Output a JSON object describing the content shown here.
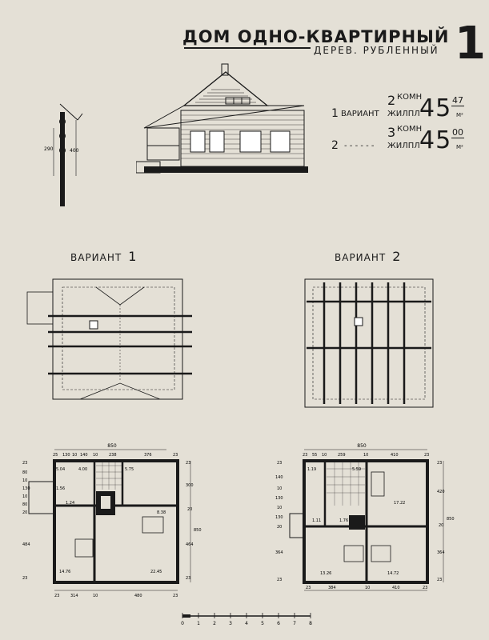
{
  "header": {
    "title": "ДОМ ОДНО-КВАРТИРНЫЙ",
    "subtitle": "ДЕРЕВ. РУБЛЕННЫЙ",
    "sheet_number": "1"
  },
  "variants_info": [
    {
      "rooms": "2",
      "rooms_label": "КОМН",
      "variant_num": "1",
      "variant_label": "ВАРИАНТ",
      "area_label": "ЖИЛПЛ",
      "area_int": "45",
      "area_frac": "47",
      "unit": "М²"
    },
    {
      "rooms": "3",
      "rooms_label": "КОМН",
      "variant_num": "2",
      "variant_label": "- - - - - -",
      "area_label": "ЖИЛПЛ",
      "area_int": "45",
      "area_frac": "00",
      "unit": "М²"
    }
  ],
  "section_dims": {
    "a": "290",
    "b": "400"
  },
  "variant_titles": [
    {
      "label": "ВАРИАНТ",
      "num": "1"
    },
    {
      "label": "ВАРИАНТ",
      "num": "2"
    }
  ],
  "plan1": {
    "overall": "850",
    "top_dims": [
      "25",
      "130",
      "10",
      "140",
      "10",
      "238",
      "376",
      "23"
    ],
    "left_dims": [
      "23",
      "80",
      "10",
      "130",
      "10",
      "80",
      "20",
      "484",
      "23"
    ],
    "right_dims": [
      "23",
      "300",
      "20",
      "464",
      "23"
    ],
    "side_total": "850",
    "bottom_dims": [
      "23",
      "314",
      "10",
      "480",
      "23"
    ],
    "rooms": [
      "5.04",
      "4.00",
      "5.75",
      "1.56",
      "1.24",
      "8.38",
      "14.76",
      "22.45"
    ]
  },
  "plan2": {
    "overall": "850",
    "top_dims": [
      "23",
      "55",
      "10",
      "259",
      "10",
      "410",
      "23"
    ],
    "left_dims": [
      "23",
      "140",
      "10",
      "130",
      "10",
      "130",
      "20",
      "364",
      "23"
    ],
    "right_dims": [
      "23",
      "420",
      "20",
      "364",
      "23"
    ],
    "side_total": "850",
    "bottom_dims": [
      "23",
      "384",
      "10",
      "410",
      "23"
    ],
    "rooms": [
      "1.19",
      "5.59",
      "17.22",
      "1.11",
      "1.76",
      "13.26",
      "14.72"
    ]
  },
  "scale_bar": [
    "0",
    "1",
    "2",
    "3",
    "4",
    "5",
    "6",
    "7",
    "8"
  ]
}
